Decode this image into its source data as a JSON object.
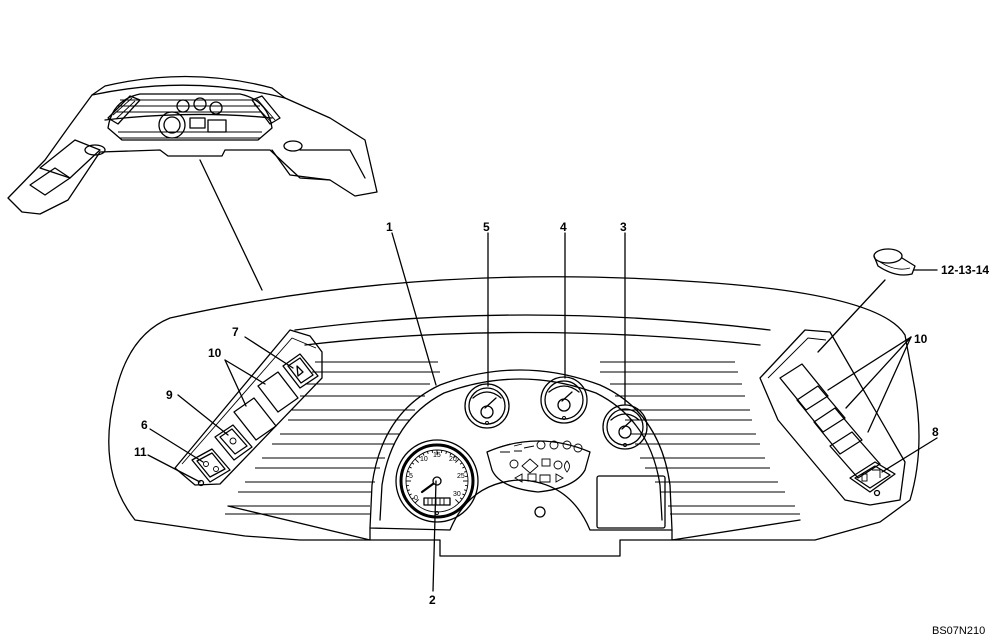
{
  "callouts": [
    "1",
    "2",
    "3",
    "4",
    "5",
    "6",
    "7",
    "8",
    "9",
    "10",
    "10",
    "11",
    "12-13-14"
  ],
  "speedo_ticks": [
    "0",
    "5",
    "10",
    "15",
    "20",
    "25",
    "30"
  ],
  "reference_code": "BS07N210"
}
